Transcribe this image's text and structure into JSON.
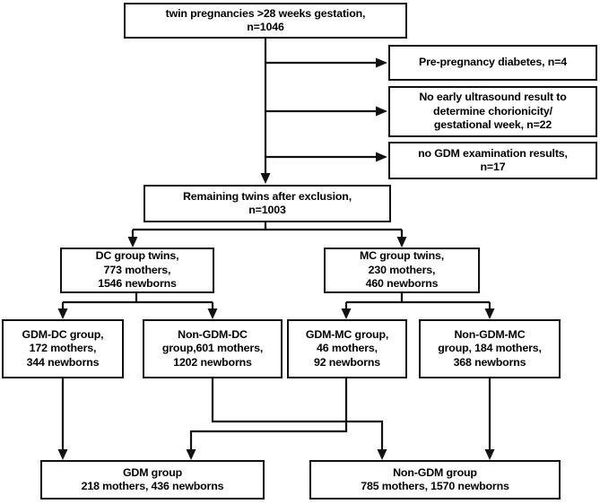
{
  "diagram": {
    "title": "Twin pregnancy GDM cohort flowchart",
    "line_color": "#111111",
    "box_fill": "#ffffff",
    "nodes": {
      "source": {
        "name": "twin-pregnancies-box",
        "text": "twin pregnancies >28 weeks gestation,\nn=1046",
        "count": 1046
      },
      "exclusion_1": {
        "name": "exclusion-pre-pregnancy-diabetes",
        "text": "Pre-pregnancy diabetes, n=4",
        "count": 4
      },
      "exclusion_2": {
        "name": "exclusion-no-early-ultrasound",
        "text": "No early ultrasound result to\ndetermine chorionicity/\ngestational week, n=22",
        "count": 22
      },
      "exclusion_3": {
        "name": "exclusion-no-gdm-examination",
        "text": "no GDM examination results,\nn=17",
        "count": 17
      },
      "remaining": {
        "name": "remaining-twins-box",
        "text": "Remaining twins after exclusion,\nn=1003",
        "count": 1003
      },
      "dc_group": {
        "name": "dc-group-twins-box",
        "text": "DC group twins,\n773 mothers,\n1546 newborns",
        "mothers": 773,
        "newborns": 1546
      },
      "mc_group": {
        "name": "mc-group-twins-box",
        "text": "MC group twins,\n230 mothers,\n460 newborns",
        "mothers": 230,
        "newborns": 460
      },
      "gdm_dc": {
        "name": "gdm-dc-group-box",
        "text": "GDM-DC group,\n172 mothers,\n344 newborns",
        "mothers": 172,
        "newborns": 344
      },
      "non_gdm_dc": {
        "name": "non-gdm-dc-group-box",
        "text": "Non-GDM-DC\ngroup,601 mothers,\n1202 newborns",
        "mothers": 601,
        "newborns": 1202
      },
      "gdm_mc": {
        "name": "gdm-mc-group-box",
        "text": "GDM-MC group,\n46 mothers,\n92 newborns",
        "mothers": 46,
        "newborns": 92
      },
      "non_gdm_mc": {
        "name": "non-gdm-mc-group-box",
        "text": "Non-GDM-MC\ngroup, 184 mothers,\n368 newborns",
        "mothers": 184,
        "newborns": 368
      },
      "gdm_total": {
        "name": "gdm-group-total-box",
        "text": "GDM group\n218 mothers, 436 newborns",
        "mothers": 218,
        "newborns": 436
      },
      "non_gdm_total": {
        "name": "non-gdm-group-total-box",
        "text": "Non-GDM group\n785 mothers, 1570 newborns",
        "mothers": 785,
        "newborns": 1570
      }
    }
  }
}
